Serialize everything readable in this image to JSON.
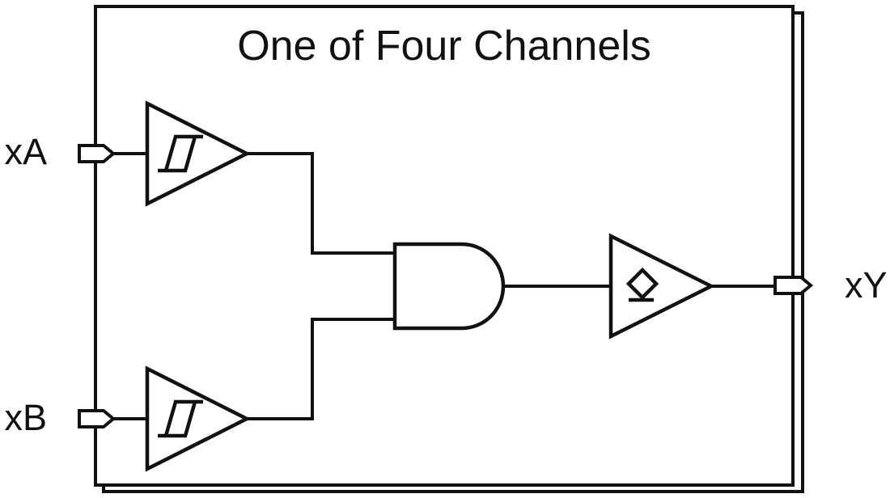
{
  "diagram": {
    "title": "One of Four Channels",
    "inputs": {
      "a": "xA",
      "b": "xB"
    },
    "output": {
      "y": "xY"
    },
    "components": {
      "buffer_a": "schmitt-trigger-buffer",
      "buffer_b": "schmitt-trigger-buffer",
      "gate": "and-gate",
      "output_buffer": "open-drain-buffer",
      "hysteresis_icon": "schmitt-hysteresis-icon",
      "open_drain_icon": "open-drain-diamond-icon"
    },
    "colors": {
      "stroke": "#111111",
      "background": "#ffffff"
    }
  }
}
